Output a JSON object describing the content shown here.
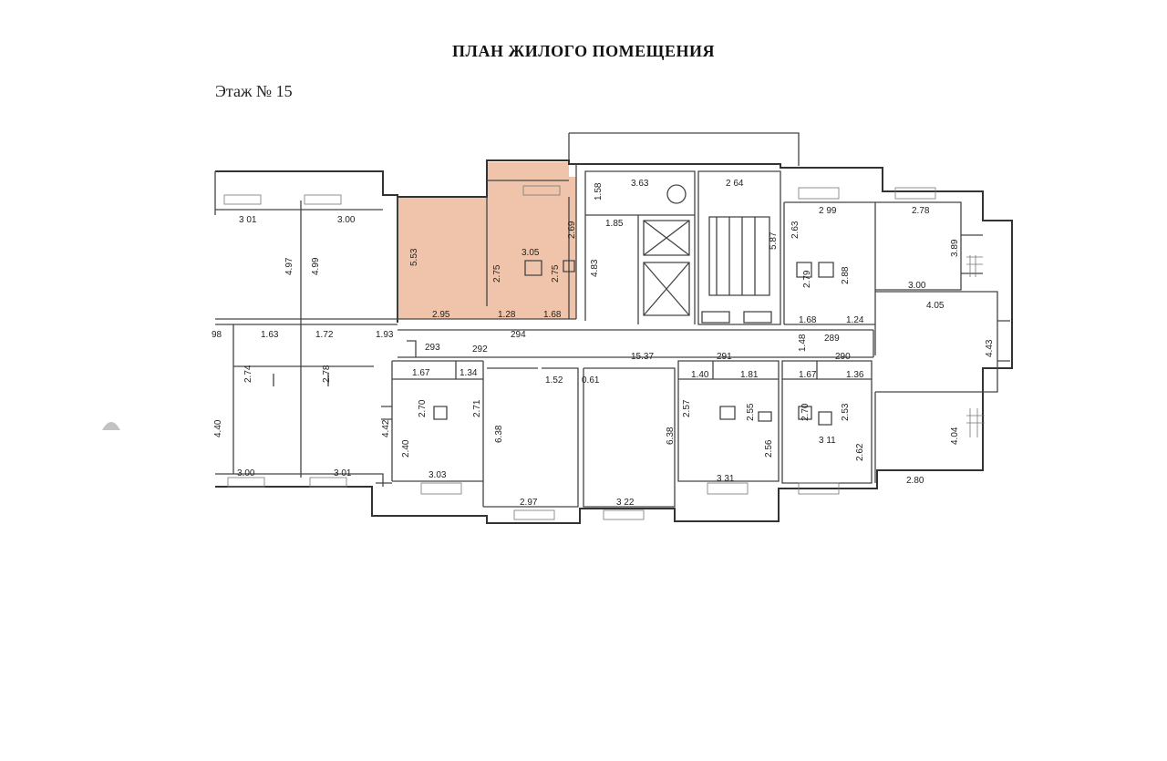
{
  "title": "ПЛАН ЖИЛОГО ПОМЕЩЕНИЯ",
  "floor_label": "Этаж № 15",
  "colors": {
    "highlight": "#e7a47c",
    "line": "#444444",
    "paper": "#ffffff"
  },
  "dims": {
    "d_301a": "3 01",
    "d_300a": "3.00",
    "d_497": "4.97",
    "d_499": "4.99",
    "d_98": "98",
    "d_163": "1.63",
    "d_172": "1.72",
    "d_274": "2.74",
    "d_278": "2.78",
    "d_440": "4.40",
    "d_300b": "3.00",
    "d_301b": "3 01",
    "d_553": "5.53",
    "d_275a": "2.75",
    "d_305": "3.05",
    "d_275b": "2.75",
    "d_269": "2.69",
    "d_295": "2.95",
    "d_128": "1.28",
    "d_168a": "1.68",
    "d_193": "1.93",
    "d_158": "1.58",
    "d_363": "3.63",
    "d_185": "1.85",
    "d_483": "4.83",
    "d_264": "2 64",
    "d_587": "5.87",
    "d_263": "2.63",
    "d_299": "2 99",
    "d_278b": "2.78",
    "d_279": "2.79",
    "d_288": "2.88",
    "d_389": "3.89",
    "d_300c": "3.00",
    "d_405": "4.05",
    "d_168b": "1.68",
    "d_124": "1.24",
    "d_443": "4.43",
    "d_293": "293",
    "d_292": "292",
    "d_294": "294",
    "d_1537": "15.37",
    "d_291": "291",
    "d_148": "1.48",
    "d_289": "289",
    "d_290": "290",
    "d_167a": "1.67",
    "d_134": "1.34",
    "d_152": "1.52",
    "d_061": "0.61",
    "d_140": "1.40",
    "d_181": "1.81",
    "d_167b": "1.67",
    "d_136": "1.36",
    "d_270a": "2.70",
    "d_271": "2.71",
    "d_442": "4.42",
    "d_240": "2.40",
    "d_303": "3.03",
    "d_638a": "6.38",
    "d_297": "2.97",
    "d_638b": "6.38",
    "d_322": "3 22",
    "d_257": "2.57",
    "d_255": "2.55",
    "d_256": "2.56",
    "d_331": "3 31",
    "d_270b": "2.70",
    "d_253": "2.53",
    "d_311": "3 11",
    "d_262": "2.62",
    "d_404": "4.04",
    "d_280": "2.80"
  }
}
